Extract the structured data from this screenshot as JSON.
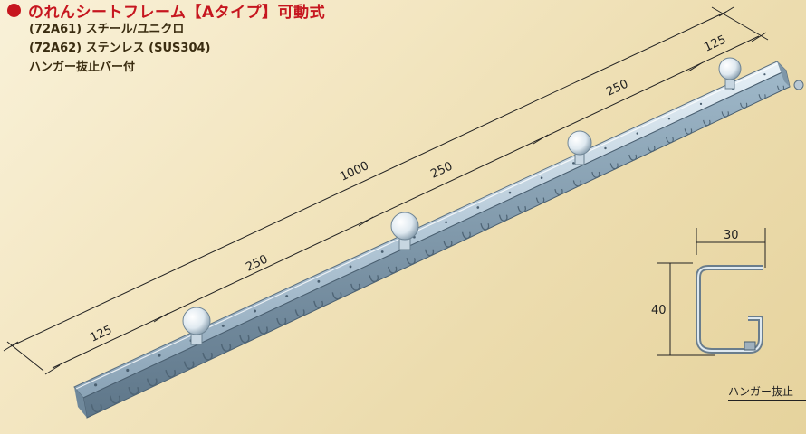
{
  "header": {
    "title": "のれんシートフレーム【Aタイプ】可動式",
    "spec_lines": [
      "(72A61) スチール/ユニクロ",
      "(72A62) ステンレス (SUS304)",
      "ハンガー抜止バー付"
    ]
  },
  "dimensions": {
    "end_left": "125",
    "span_1": "250",
    "total": "1000",
    "span_2": "250",
    "span_3": "250",
    "end_right": "125"
  },
  "section": {
    "width": "30",
    "height": "40",
    "caption": "ハンガー抜止"
  },
  "colors": {
    "title_red": "#c6161f",
    "rail_steel": "#9fb8c9",
    "knob_glass": "#dfe9f0"
  }
}
